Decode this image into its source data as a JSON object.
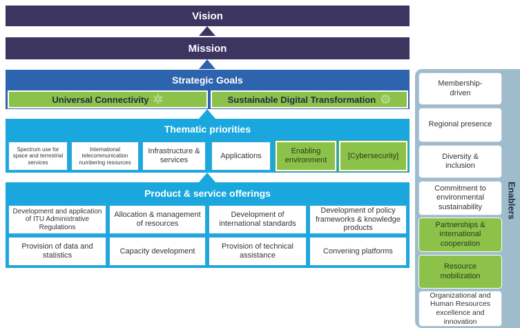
{
  "vision": "Vision",
  "mission": "Mission",
  "strategic_goals": {
    "title": "Strategic Goals",
    "goals": [
      "Universal Connectivity",
      "Sustainable Digital Transformation"
    ]
  },
  "thematic": {
    "title": "Thematic priorities",
    "items": [
      "Spectrum use for space and terrestrial services",
      "International telecommunication numbering resources",
      "Infrastructure & services",
      "Applications",
      "Enabling environment",
      "[Cybersecurity]"
    ]
  },
  "offerings": {
    "title": "Product & service offerings",
    "row1": [
      "Development and application of ITU Administrative Regulations",
      "Allocation & management of resources",
      "Development of international standards",
      "Development of policy frameworks & knowledge products"
    ],
    "row2": [
      "Provision of data and statistics",
      "Capacity development",
      "Provision of technical assistance",
      "Convening platforms"
    ]
  },
  "enablers": {
    "title": "Enablers",
    "items": [
      "Membership-driven",
      "Regional presence",
      "Diversity & inclusion",
      "Commitment to environmental sustainability",
      "Partnerships & international cooperation",
      "Resource mobilization",
      "Organizational and Human Resources excellence and innovation"
    ]
  },
  "colors": {
    "dark_bar": "#3b3560",
    "strategic_bar": "#2e63ad",
    "cyan_bar": "#1aa7dd",
    "green": "#8cc24a",
    "enabler_panel": "#9fbccc"
  }
}
